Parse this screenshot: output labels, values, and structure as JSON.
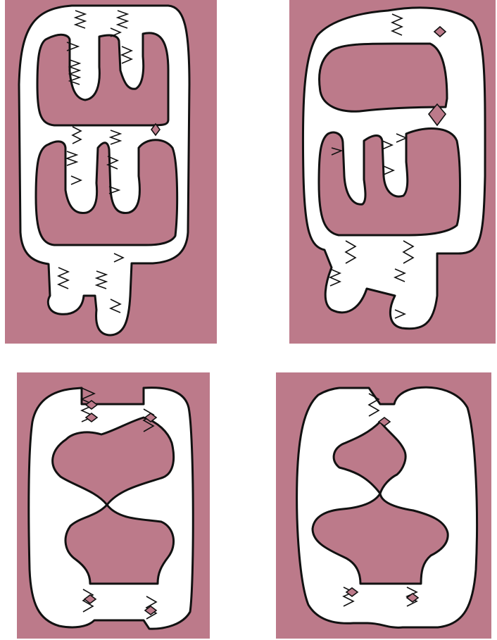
{
  "colors": {
    "fill": "#bc7a8a",
    "paper": "#ffffff",
    "ink": "#111111"
  },
  "panels": [
    {
      "id": "top-left",
      "description_icon": "linked-loops-figure"
    },
    {
      "id": "top-right",
      "description_icon": "linked-loops-figure"
    },
    {
      "id": "bottom-left",
      "description_icon": "two-hole-figure"
    },
    {
      "id": "bottom-right",
      "description_icon": "two-hole-figure"
    }
  ]
}
